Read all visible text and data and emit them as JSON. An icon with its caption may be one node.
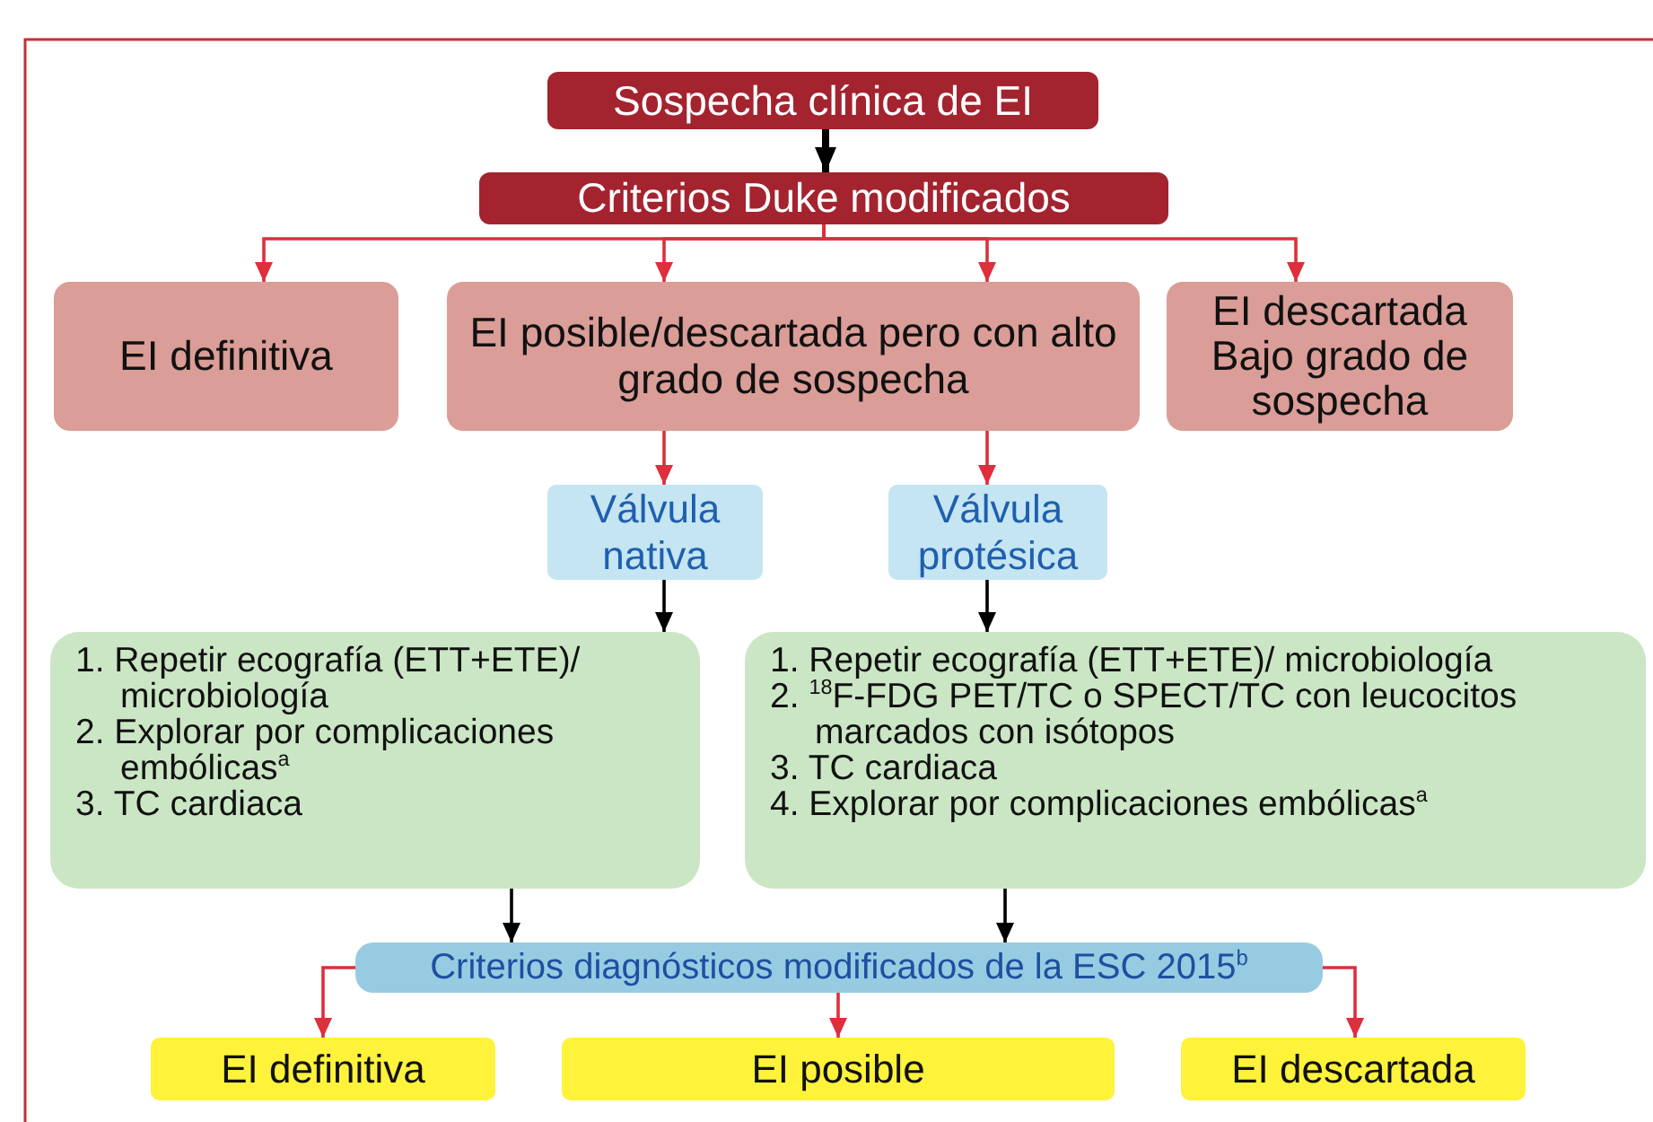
{
  "diagram": {
    "nodes": [
      {
        "text": [
          "Sospecha clínica de EI"
        ]
      },
      {
        "text": [
          "Criterios Duke modificados"
        ]
      },
      {
        "text": [
          "EI definitiva"
        ]
      },
      {
        "text": [
          "EI posible/descartada pero con alto grado de sospecha"
        ]
      },
      {
        "text": [
          "EI descartada Bajo grado de sospecha"
        ]
      },
      {
        "text": [
          "Válvula nativa"
        ]
      },
      {
        "text": [
          "Válvula protésica"
        ]
      },
      {
        "text": [
          "1. Repetir ecografía (ETT+ETE)/ microbiología",
          "2. Explorar por complicaciones embólicas$^{a}$",
          "3. TC cardiaca"
        ]
      },
      {
        "text": [
          "1. Repetir ecografía (ETT+ETE)/ microbiología",
          "2. $^{18}$F-FDG PET/TC o SPECT/TC con leucocitos marcados con isótopos",
          "3. TC cardiaca",
          "4. Explorar por complicaciones embólicas$^{a}$"
        ]
      },
      {
        "text": [
          "Criterios diagnósticos modificados de la ESC 2015$^{b}$"
        ]
      },
      {
        "text": [
          "EI definitiva"
        ]
      },
      {
        "text": [
          "EI posible"
        ]
      },
      {
        "text": [
          "EI descartada"
        ]
      }
    ],
    "edges": [
      {
        "from": 0,
        "to": 1,
        "arrow": "to",
        "style": "thick",
        "color": "#000000"
      },
      {
        "from": 1,
        "to": 2,
        "arrow": "to"
      },
      {
        "from": 1,
        "to": 3,
        "arrow": "to"
      },
      {
        "from": 1,
        "to": 3,
        "arrow": "to"
      },
      {
        "from": 1,
        "to": 4,
        "arrow": "to"
      },
      {
        "from": 3,
        "to": 5,
        "arrow": "to"
      },
      {
        "from": 3,
        "to": 6,
        "arrow": "to"
      },
      {
        "from": 5,
        "to": 7,
        "arrow": "to",
        "color": "#000000"
      },
      {
        "from": 6,
        "to": 8,
        "arrow": "to",
        "color": "#000000"
      },
      {
        "from": 7,
        "to": 9,
        "arrow": "to",
        "color": "#000000"
      },
      {
        "from": 8,
        "to": 9,
        "arrow": "to",
        "color": "#000000"
      },
      {
        "from": 9,
        "to": 10,
        "arrow": "to"
      },
      {
        "from": 9,
        "to": 11,
        "arrow": "to"
      },
      {
        "from": 9,
        "to": 12,
        "arrow": "to"
      }
    ]
  }
}
